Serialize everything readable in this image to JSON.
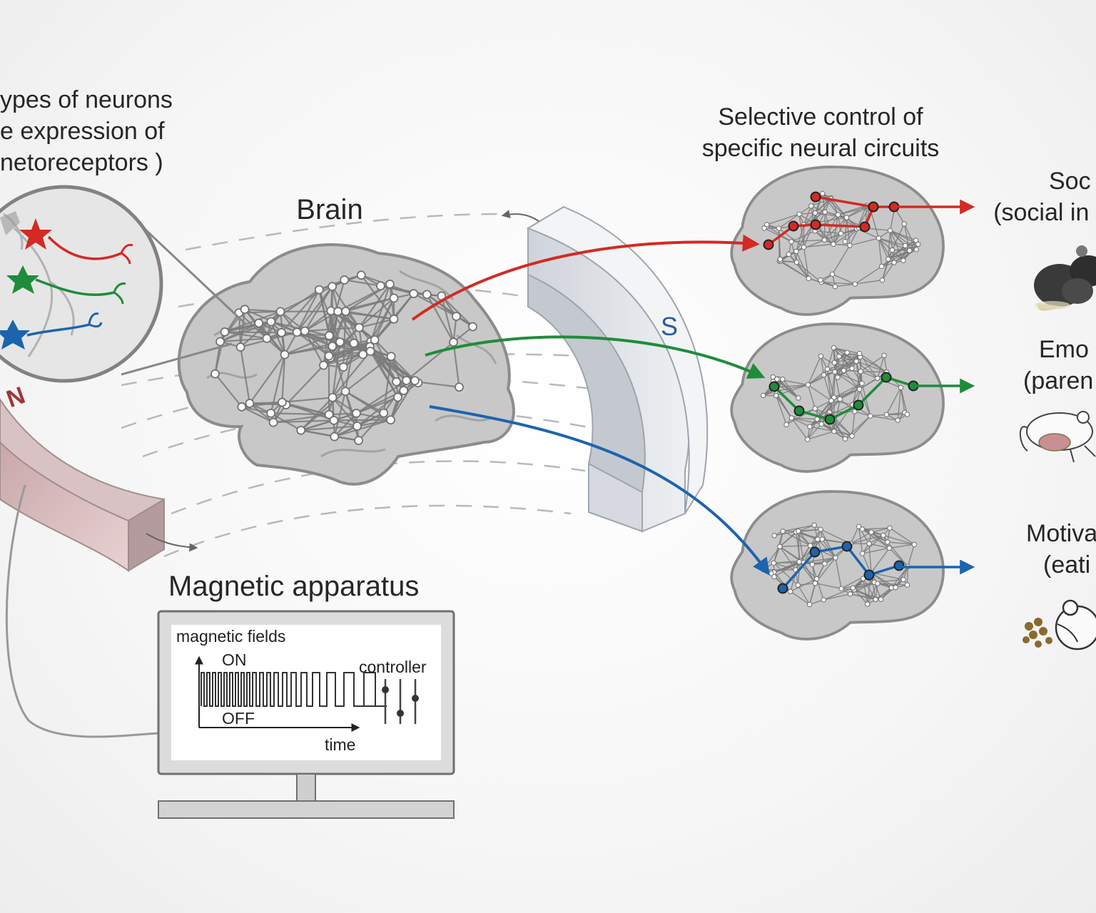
{
  "neuron_types": {
    "lines": [
      "ypes of neurons",
      "e expression of",
      "netoreceptors )"
    ]
  },
  "brain_label": "Brain",
  "magnet": {
    "north_label": "N",
    "south_label": "S"
  },
  "selective_control": {
    "lines": [
      "Selective control of",
      "specific neural circuits"
    ]
  },
  "behaviors": [
    {
      "lines": [
        "Soc",
        "(social in"
      ],
      "color": "#d42a23",
      "icon": "two-mice-icon"
    },
    {
      "lines": [
        "Emo",
        "(paren"
      ],
      "color": "#1f8c3a",
      "icon": "parent-mouse-pup-icon"
    },
    {
      "lines": [
        "Motiva",
        "(eati"
      ],
      "color": "#1c64ad",
      "icon": "eating-mouse-icon"
    }
  ],
  "apparatus": {
    "title": "Magnetic apparatus",
    "screen_title": "magnetic fields",
    "on_label": "ON",
    "off_label": "OFF",
    "time_label": "time",
    "controller_label": "controller"
  },
  "colors": {
    "red": "#d42a23",
    "green": "#1f8c3a",
    "blue": "#1c64ad",
    "brain_fill": "#c8c8c8",
    "brain_stroke": "#8c8c8c",
    "network": "#7b7b7b"
  }
}
